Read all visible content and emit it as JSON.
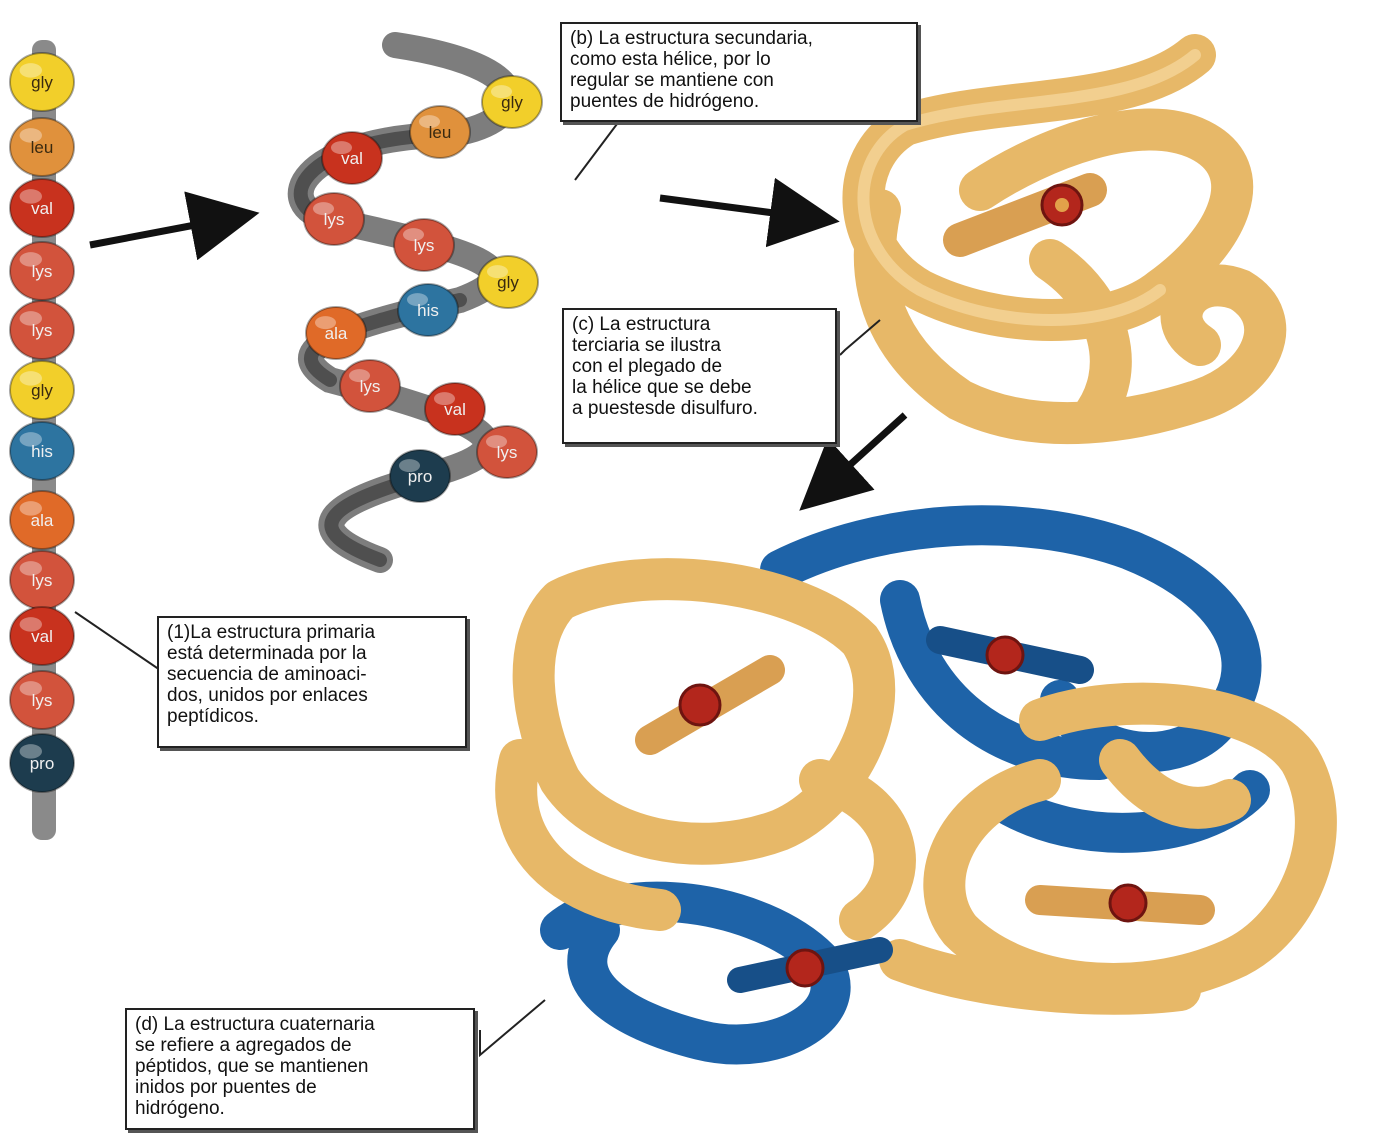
{
  "primary_chain": [
    "gly",
    "leu",
    "val",
    "lys",
    "lys",
    "gly",
    "his",
    "ala",
    "lys",
    "val",
    "lys",
    "pro"
  ],
  "helix_beads": [
    "gly",
    "leu",
    "val",
    "lys",
    "lys",
    "gly",
    "his",
    "ala",
    "lys",
    "val",
    "lys",
    "pro"
  ],
  "colors": {
    "gly": "#f2cf2a",
    "leu": "#e0913c",
    "val": "#c8321e",
    "lys": "#d2533c",
    "his": "#2d74a0",
    "ala": "#e06a28",
    "pro": "#1d3c4e",
    "protein_gold": "#e7b868",
    "protein_blue": "#1e63a8",
    "backbone": "#8a8a8a"
  },
  "callouts": {
    "b": [
      "(b) La estructura secundaria,",
      "como esta hélice, por lo",
      "regular se mantiene con",
      "puentes de hidrógeno."
    ],
    "c": [
      "(c) La estructura",
      "terciaria se ilustra",
      "con el plegado de",
      "la hélice que se debe",
      "a puestesde disulfuro."
    ],
    "a": [
      "(1)La estructura primaria",
      "está determinada por la",
      "secuencia de aminoaci-",
      "dos, unidos por enlaces",
      "peptídicos."
    ],
    "d": [
      "(d) La estructura cuaternaria",
      "se refiere a agregados de",
      "péptidos, que se mantienen",
      "inidos por puentes de",
      "hidrógeno."
    ]
  }
}
